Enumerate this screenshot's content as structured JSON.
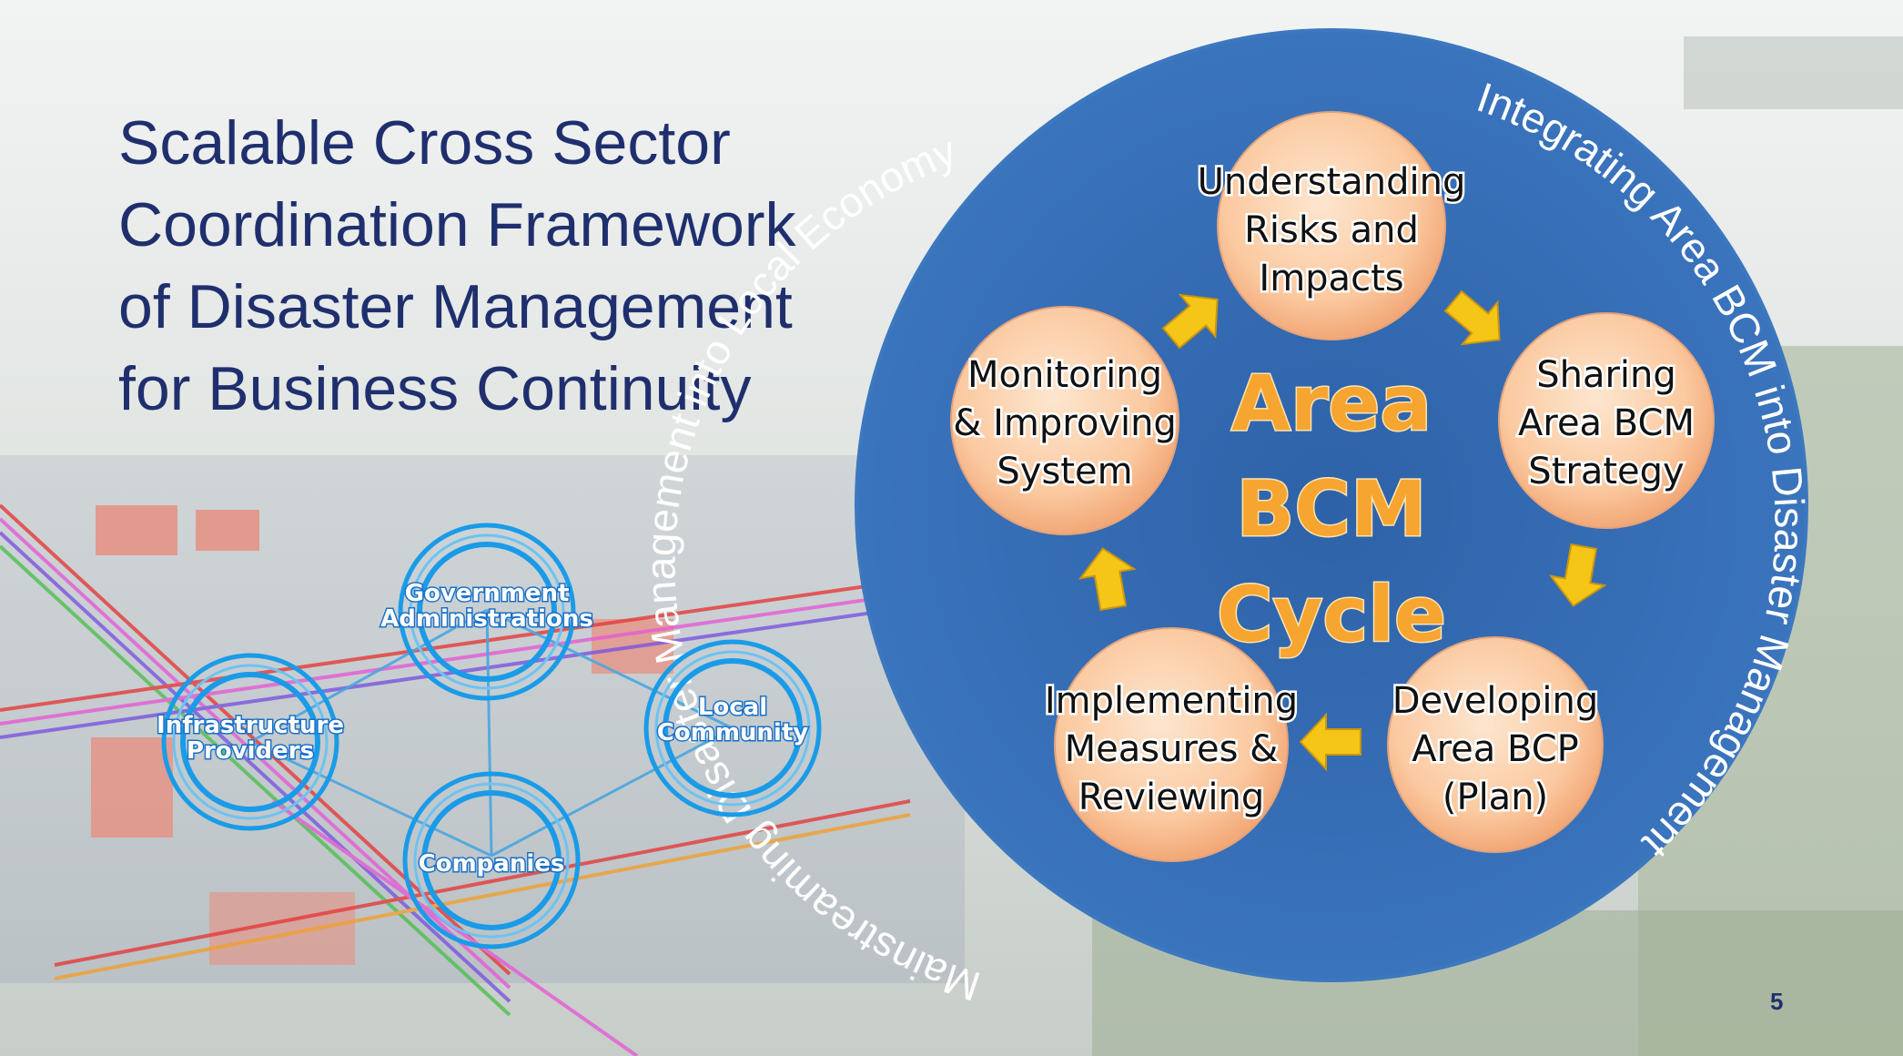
{
  "title_lines": [
    "Scalable Cross Sector",
    "Coordination Framework",
    "of Disaster Management",
    "for Business Continuity"
  ],
  "page_number": "5",
  "outer_ring": {
    "left_arc": "Disaster Management into Local Economy",
    "left_arc_lead": "Mainstreaming",
    "right_arc": "Integrating Area BCM into Disaster Management"
  },
  "center": [
    "Area",
    "BCM",
    "Cycle"
  ],
  "cycle_nodes": [
    {
      "lines": [
        "Understanding",
        "Risks and",
        "Impacts"
      ]
    },
    {
      "lines": [
        "Sharing",
        "Area BCM",
        "Strategy"
      ]
    },
    {
      "lines": [
        "Developing",
        "Area BCP",
        "(Plan)"
      ]
    },
    {
      "lines": [
        "Implementing",
        "Measures &",
        "Reviewing"
      ]
    },
    {
      "lines": [
        "Monitoring",
        "& Improving",
        "System"
      ]
    }
  ],
  "stakeholders": {
    "government": [
      "Government",
      "Administrations"
    ],
    "infrastructure": [
      "Infrastructure",
      "Providers"
    ],
    "community": [
      "Local",
      "Community"
    ],
    "companies": [
      "Companies"
    ]
  },
  "colors": {
    "title": "#1f2f6e",
    "circle": "#2f66ad",
    "node": "#fbc9a0",
    "center_text": "#f6a531",
    "arrow": "#f5c518",
    "stakeholder_ring": "#1a9be8"
  }
}
